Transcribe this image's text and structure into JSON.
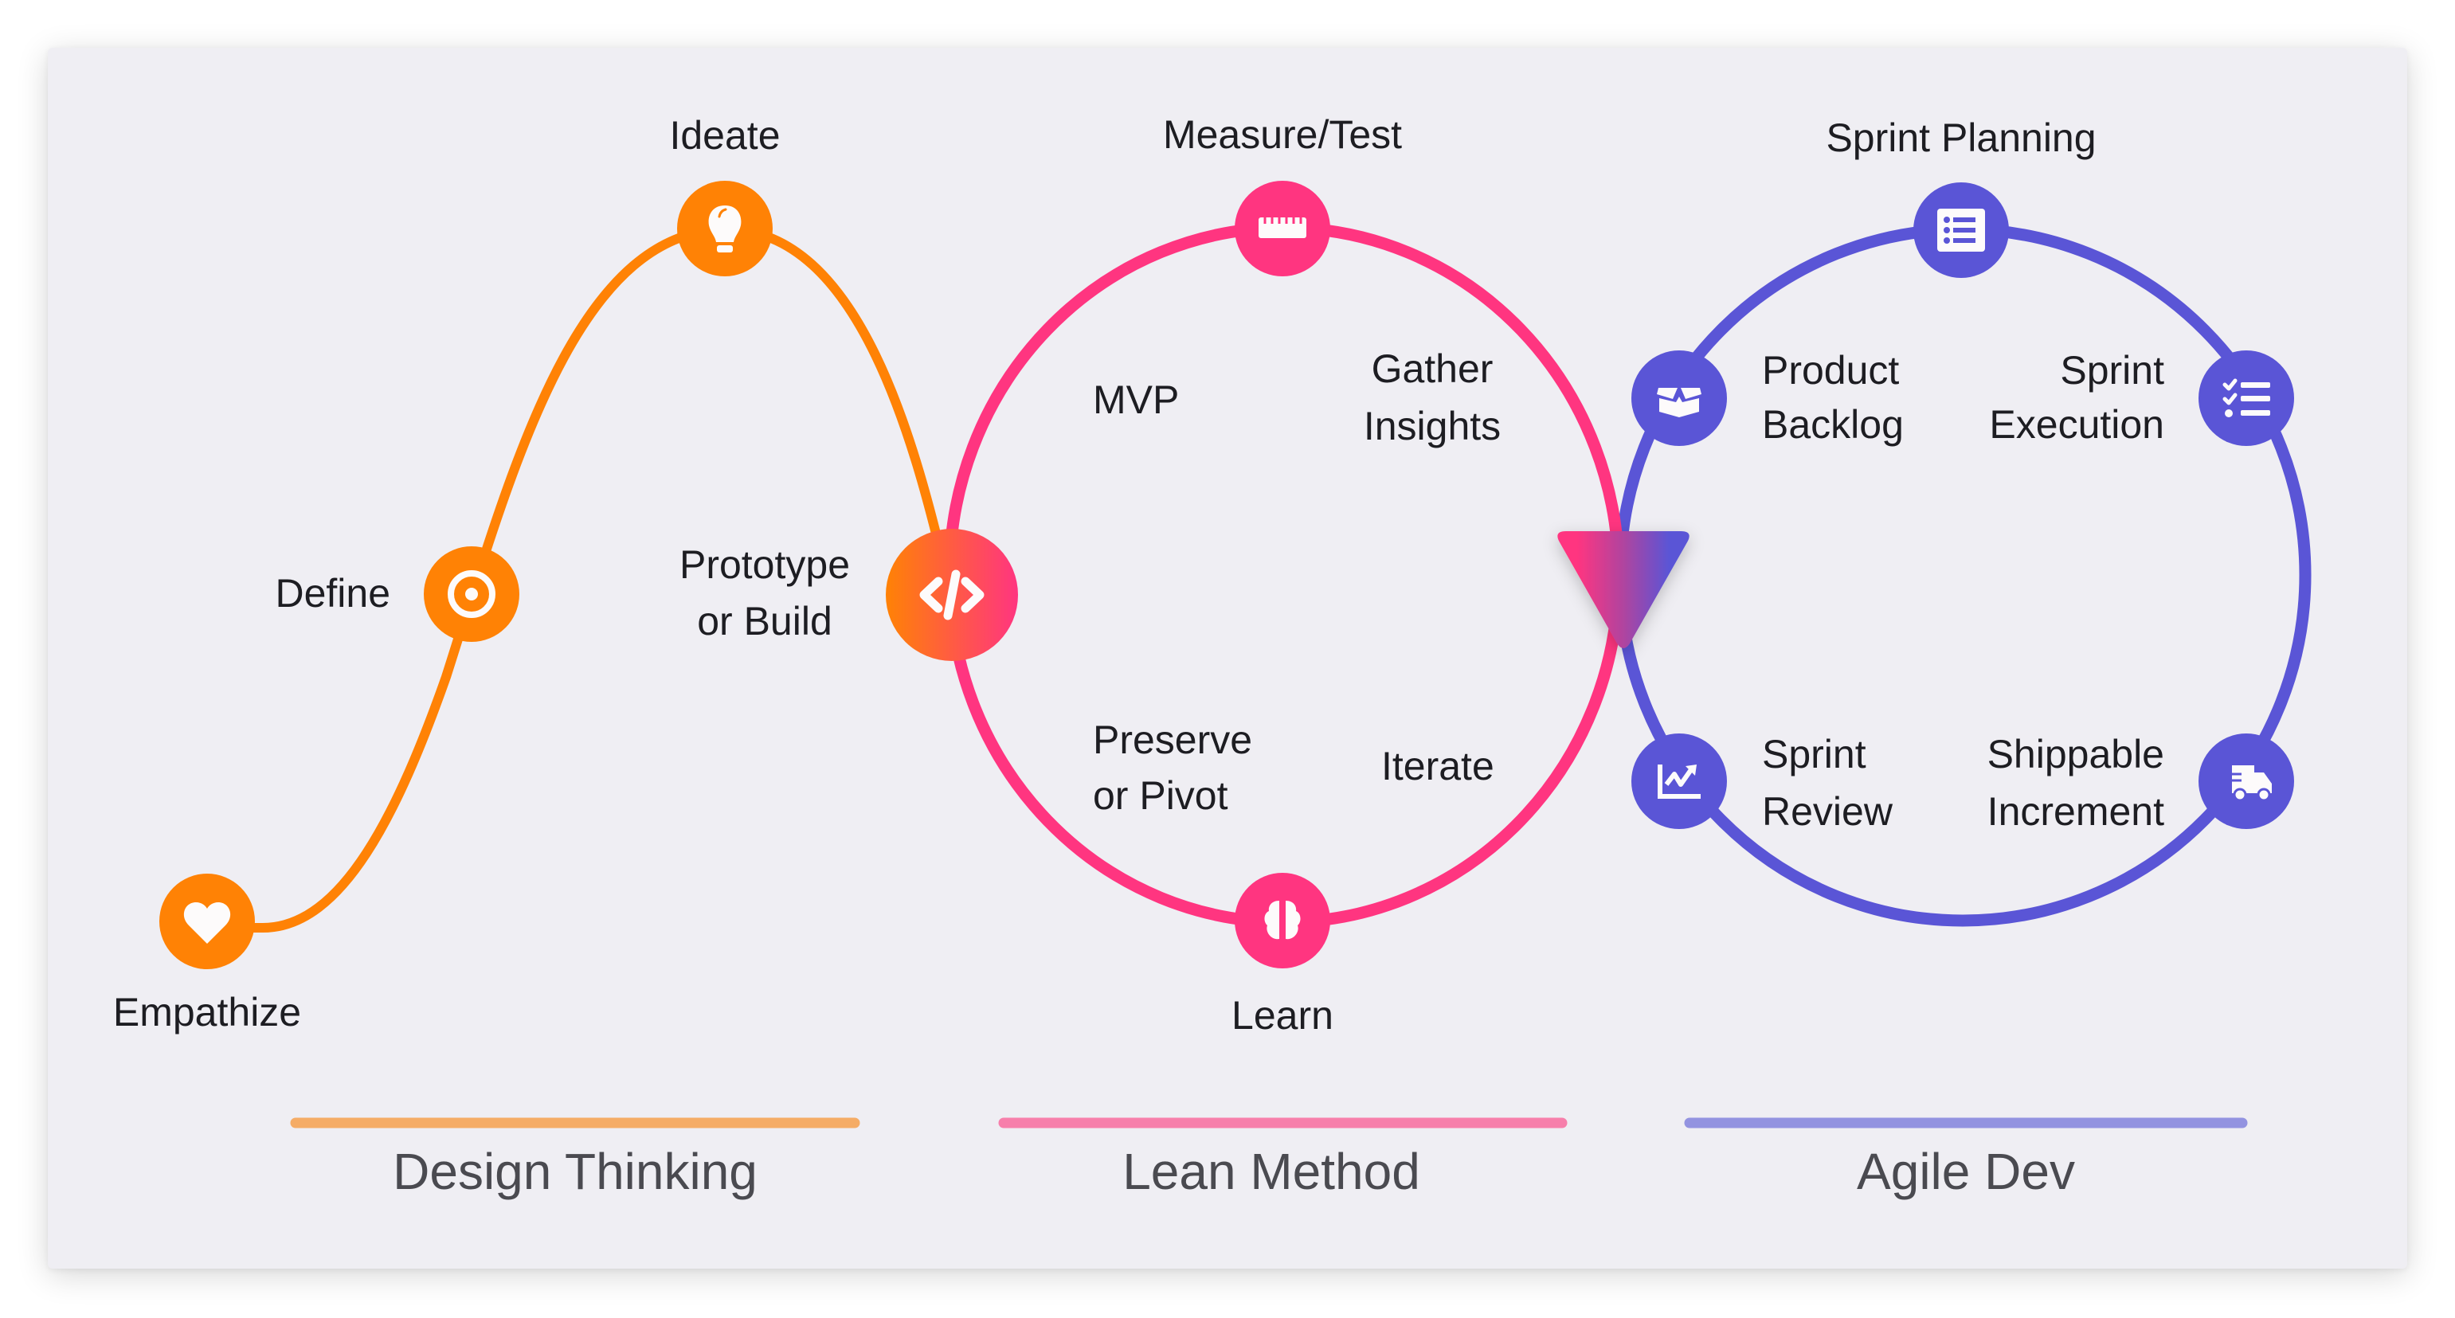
{
  "colors": {
    "background": "#efeef3",
    "design": "#ff8205",
    "lean": "#ff3580",
    "agile": "#5a55d6",
    "design_bar": "#f5ac66",
    "lean_bar": "#f77fab",
    "agile_bar": "#9393e0",
    "text": "#1d1d22",
    "section_text": "#4a4a50"
  },
  "design_thinking": {
    "title": "Design Thinking",
    "stages": [
      {
        "label": "Empathize",
        "icon": "heart-icon"
      },
      {
        "label": "Define",
        "icon": "target-icon"
      },
      {
        "label": "Ideate",
        "icon": "lightbulb-icon"
      },
      {
        "label_line1": "Prototype",
        "label_line2": "or Build",
        "icon": "code-icon"
      }
    ]
  },
  "lean_method": {
    "title": "Lean Method",
    "nodes": [
      {
        "label": "Measure/Test",
        "icon": "ruler-icon"
      },
      {
        "label": "Learn",
        "icon": "brain-icon"
      }
    ],
    "inner_labels": {
      "mvp": "MVP",
      "gather_line1": "Gather",
      "gather_line2": "Insights",
      "preserve_line1": "Preserve",
      "preserve_line2": "or Pivot",
      "iterate": "Iterate"
    }
  },
  "agile_dev": {
    "title": "Agile Dev",
    "nodes": [
      {
        "label": "Sprint Planning",
        "icon": "list-icon"
      },
      {
        "label_line1": "Product",
        "label_line2": "Backlog",
        "icon": "box-icon"
      },
      {
        "label_line1": "Sprint",
        "label_line2": "Execution",
        "icon": "checklist-icon"
      },
      {
        "label_line1": "Sprint",
        "label_line2": "Review",
        "icon": "chart-icon"
      },
      {
        "label_line1": "Shippable",
        "label_line2": "Increment",
        "icon": "truck-icon"
      }
    ]
  }
}
